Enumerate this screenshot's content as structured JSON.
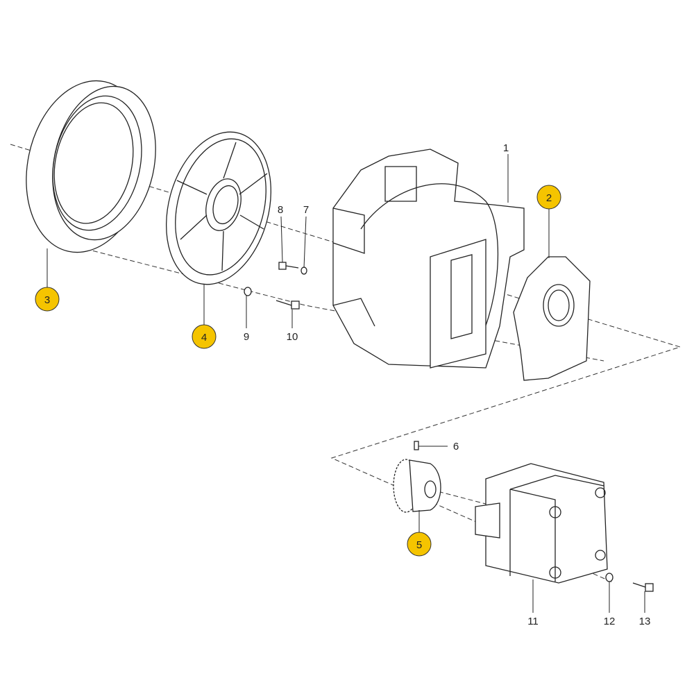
{
  "callouts": [
    {
      "id": "2",
      "label": "2"
    },
    {
      "id": "3",
      "label": "3"
    },
    {
      "id": "4",
      "label": "4"
    },
    {
      "id": "5",
      "label": "5"
    }
  ],
  "part_labels": {
    "p1": "1",
    "p6": "6",
    "p7": "7",
    "p8": "8",
    "p9": "9",
    "p10": "10",
    "p11": "11",
    "p12": "12",
    "p13": "13"
  },
  "colors": {
    "callout_fill": "#f5c400",
    "line": "#222222"
  }
}
